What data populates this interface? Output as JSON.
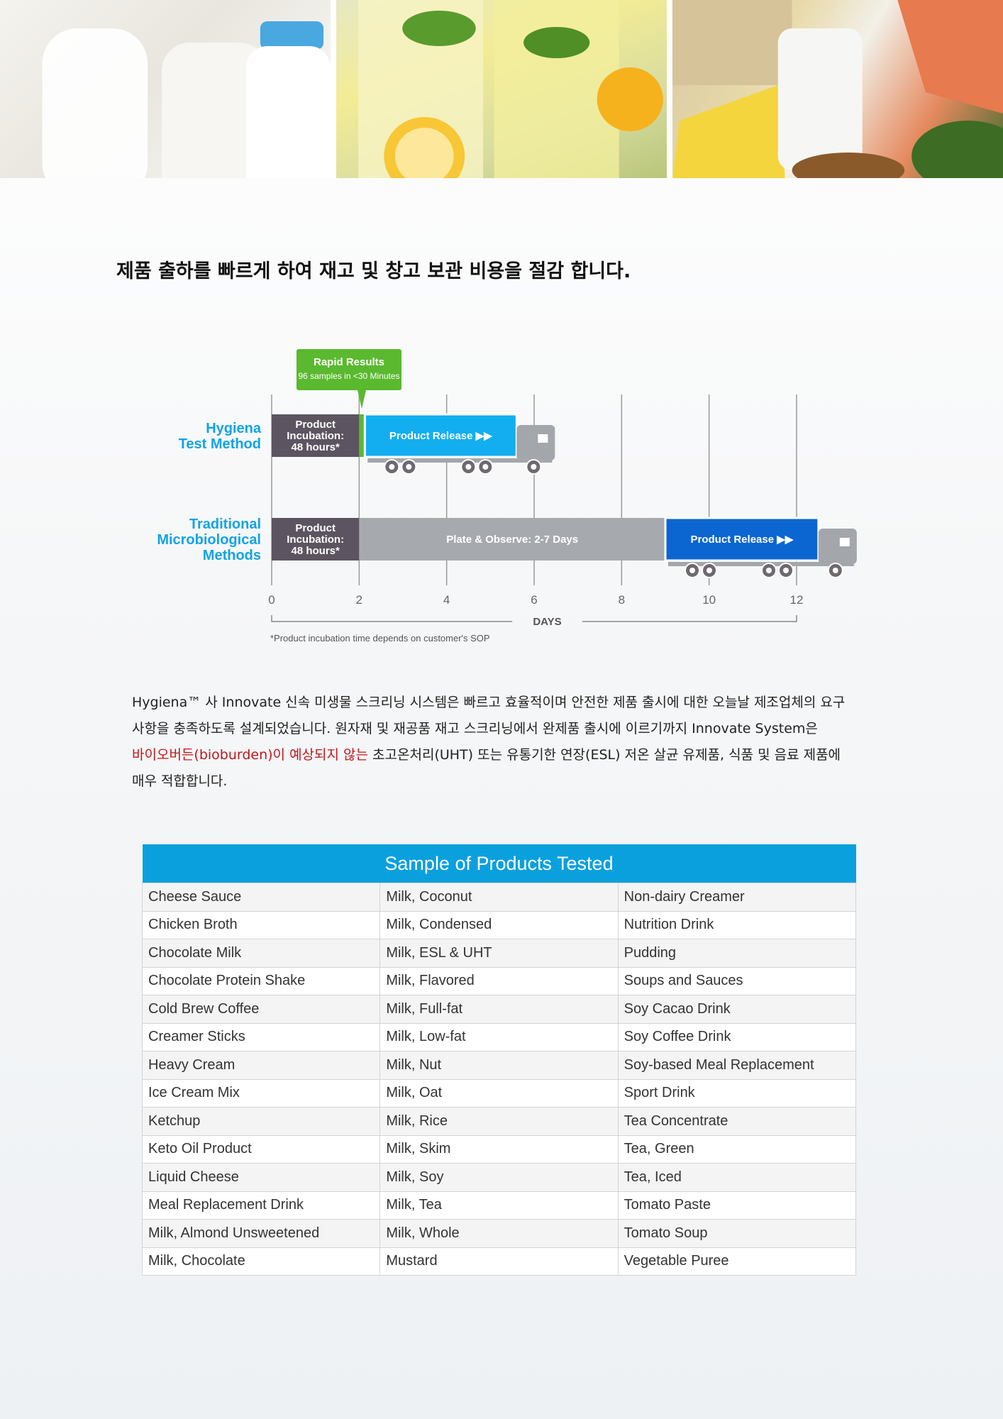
{
  "hero": {
    "images": [
      "milk-bottles-photo",
      "lemonade-photo",
      "dairy-salmon-grain-photo"
    ]
  },
  "headline": "제품 출하를 빠르게 하여 재고 및 창고 보관 비용을 절감 합니다.",
  "chart_data": {
    "type": "timeline",
    "xlabel": "DAYS",
    "x_ticks": [
      0,
      2,
      4,
      6,
      8,
      10,
      12
    ],
    "xlim": [
      0,
      12
    ],
    "callout": {
      "title": "Rapid Results",
      "subtitle": "96 samples in <30 Minutes"
    },
    "rows": [
      {
        "label_line1": "Hygiena",
        "label_line2": "Test Method",
        "label_line3": "",
        "segments": [
          {
            "type": "incubation",
            "start": 0,
            "end": 2,
            "text": [
              "Product",
              "Incubation:",
              "48 hours*"
            ]
          },
          {
            "type": "release",
            "start": 2,
            "end": 5.6,
            "text": [
              "Product Release ▶▶"
            ]
          }
        ]
      },
      {
        "label_line1": "Traditional",
        "label_line2": "Microbiological",
        "label_line3": "Methods",
        "segments": [
          {
            "type": "incubation",
            "start": 0,
            "end": 2,
            "text": [
              "Product",
              "Incubation:",
              "48 hours*"
            ]
          },
          {
            "type": "plate",
            "start": 2,
            "end": 9,
            "text": [
              "Plate & Observe: 2-7 Days"
            ]
          },
          {
            "type": "release",
            "start": 9,
            "end": 12.5,
            "text": [
              "Product Release ▶▶"
            ]
          }
        ]
      }
    ],
    "footnote": "*Product incubation time depends on customer's SOP",
    "colors": {
      "incubation": "#5c5460",
      "rapid": "#5ab92f",
      "release_hygiena": "#12aef0",
      "release_traditional": "#0b66d2",
      "plate": "#a6a9ae",
      "label": "#12a3e6",
      "grid": "#9a9a9a",
      "truck": "#a3a6aa"
    }
  },
  "description": {
    "line1": "Hygiena™ 사 Innovate 신속 미생물 스크리닝 시스템은 빠르고 효율적이며 안전한 제품 출시에 대한 오늘날 제조업체의 요구",
    "line2": "사항을 충족하도록 설계되었습니다. 원자재 및 재공품 재고 스크리닝에서 완제품 출시에 이르기까지 Innovate System은",
    "line3_highlight": "바이오버든(bioburden)이 예상되지 않는",
    "line3_rest": " 초고온처리(UHT) 또는 유통기한 연장(ESL) 저온 살균  유제품, 식품 및 음료 제품에",
    "line4": "매우 적합합니다."
  },
  "products_table": {
    "title": "Sample of Products Tested",
    "rows": [
      [
        "Cheese Sauce",
        "Milk, Coconut",
        "Non-dairy Creamer"
      ],
      [
        "Chicken Broth",
        "Milk, Condensed",
        "Nutrition Drink"
      ],
      [
        "Chocolate Milk",
        "Milk, ESL & UHT",
        "Pudding"
      ],
      [
        "Chocolate Protein Shake",
        "Milk, Flavored",
        "Soups and Sauces"
      ],
      [
        "Cold Brew Coffee",
        "Milk, Full-fat",
        "Soy Cacao Drink"
      ],
      [
        "Creamer Sticks",
        "Milk, Low-fat",
        "Soy Coffee Drink"
      ],
      [
        "Heavy Cream",
        "Milk, Nut",
        "Soy-based Meal Replacement"
      ],
      [
        "Ice Cream Mix",
        "Milk, Oat",
        "Sport Drink"
      ],
      [
        "Ketchup",
        "Milk, Rice",
        "Tea Concentrate"
      ],
      [
        "Keto Oil Product",
        "Milk, Skim",
        "Tea, Green"
      ],
      [
        "Liquid Cheese",
        "Milk, Soy",
        "Tea, Iced"
      ],
      [
        "Meal Replacement Drink",
        "Milk, Tea",
        "Tomato Paste"
      ],
      [
        "Milk, Almond Unsweetened",
        "Milk, Whole",
        "Tomato Soup"
      ],
      [
        "Milk, Chocolate",
        "Mustard",
        "Vegetable Puree"
      ]
    ]
  }
}
